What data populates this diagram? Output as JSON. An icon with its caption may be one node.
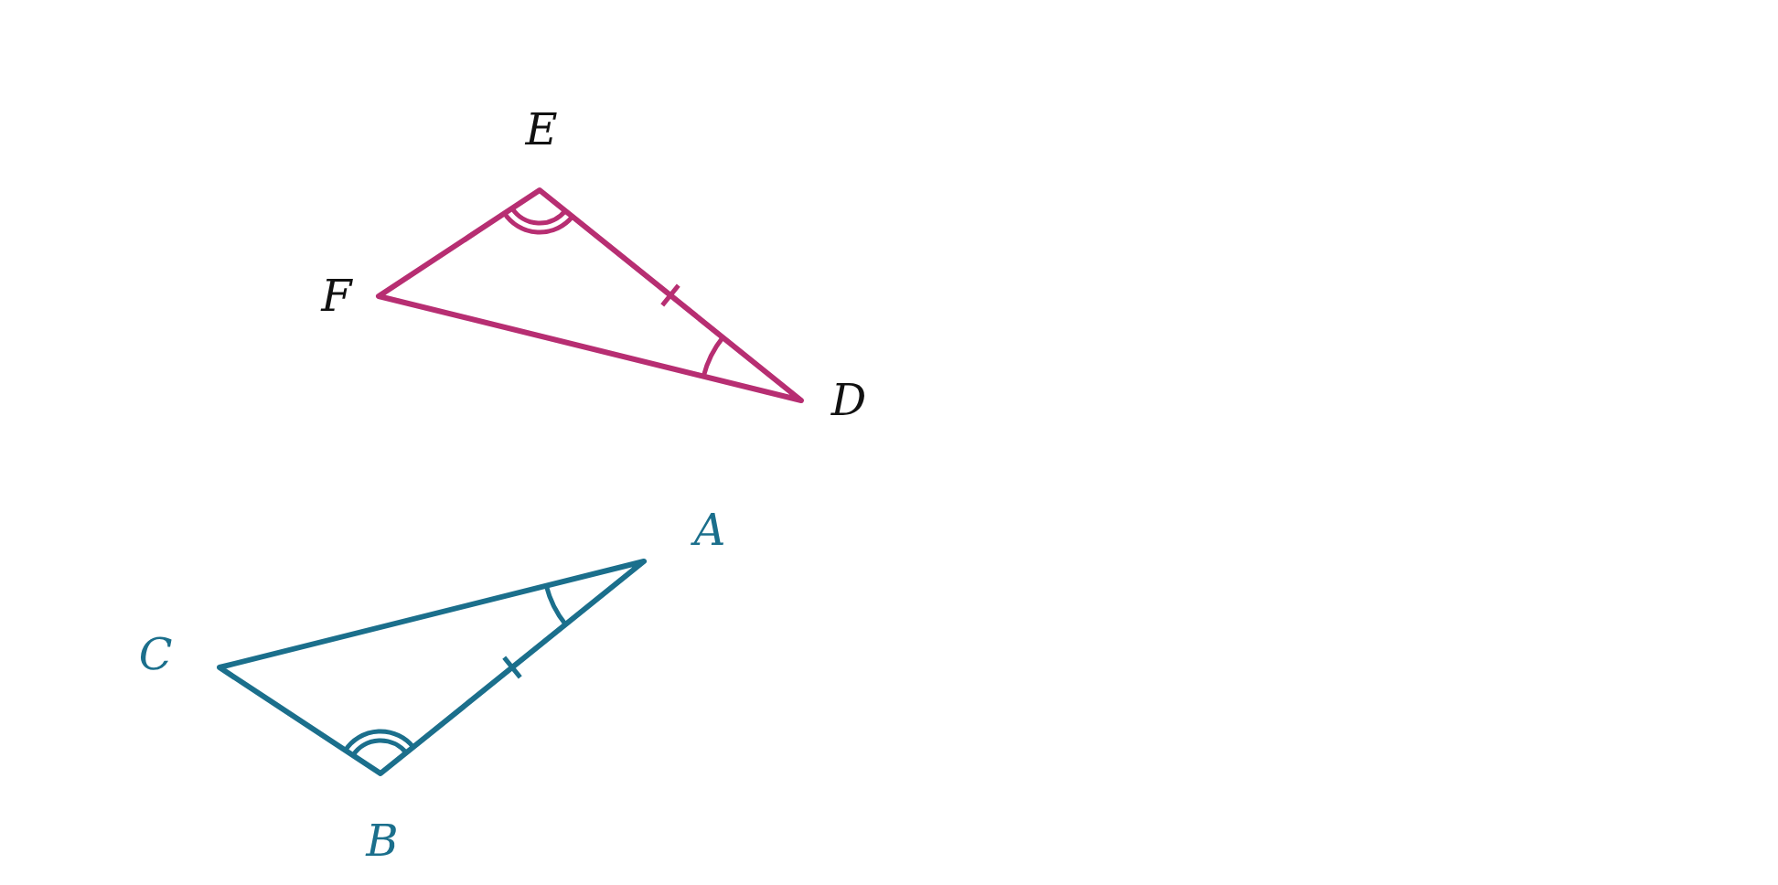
{
  "diagram": {
    "labels": [
      "E",
      "F",
      "D",
      "A",
      "C",
      "B"
    ]
  }
}
